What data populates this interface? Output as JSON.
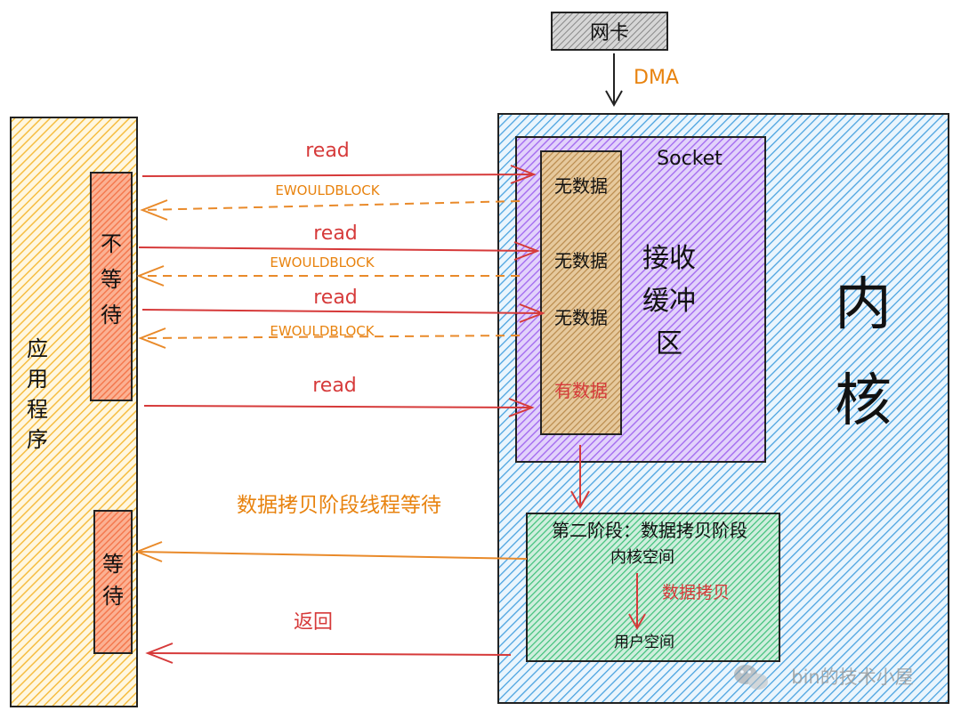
{
  "nic_label": "网卡",
  "dma_label": "DMA",
  "app_label": [
    "应",
    "用",
    "程",
    "序"
  ],
  "nowait_label": [
    "不",
    "等",
    "待"
  ],
  "wait_label": [
    "等",
    "待"
  ],
  "kernel_label": [
    "内",
    "核"
  ],
  "socket_label": "Socket",
  "buffer_label": [
    "接收",
    "缓冲",
    "区"
  ],
  "buffer_slots": [
    "无数据",
    "无数据",
    "无数据",
    "有数据"
  ],
  "read_label": "read",
  "ewouldblock_label": "EWOULDBLOCK",
  "copy_wait_label": "数据拷贝阶段线程等待",
  "return_label": "返回",
  "stage2_title": "第二阶段：数据拷贝阶段",
  "kernel_space_label": "内核空间",
  "data_copy_label": "数据拷贝",
  "user_space_label": "用户空间",
  "watermark": "bin的技术小屋",
  "colors": {
    "app_fill": "#f6bd41",
    "nowait_fill": "#f4794f",
    "kernel_fill": "#4aa3e0",
    "socket_fill": "#a46cf0",
    "buffer_fill": "#c79a5a",
    "stage2_fill": "#3fc07a",
    "read_arrow": "#d63a3a",
    "block_arrow": "#e98a2a",
    "label_orange": "#e8830f",
    "label_red": "#d63a3a"
  }
}
